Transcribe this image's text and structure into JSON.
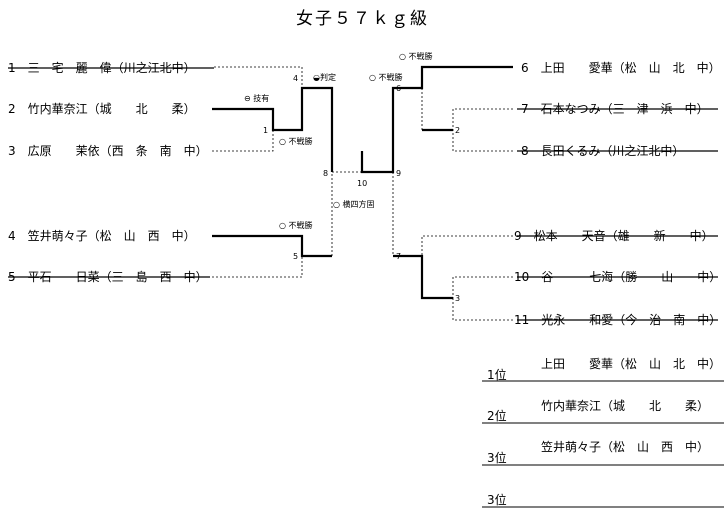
{
  "title": "女子５７ｋｇ級",
  "players": [
    {
      "no": "1",
      "name": "三　宅　麗　偉（川之江北中）",
      "struck": true
    },
    {
      "no": "2",
      "name": "竹内華奈江（城　　北　　柔）",
      "struck": false
    },
    {
      "no": "3",
      "name": "広原　　茉依（西　条　南　中）",
      "struck": false
    },
    {
      "no": "4",
      "name": "笠井萌々子（松　山　西　中）",
      "struck": false
    },
    {
      "no": "5",
      "name": "平石　　日菜（三　島　西　中）",
      "struck": true
    },
    {
      "no": "6",
      "name": "上田　　愛華（松　山　北　中）",
      "struck": false
    },
    {
      "no": "7",
      "name": "石本なつみ（三　津　浜　中）",
      "struck": true
    },
    {
      "no": "8",
      "name": "長田くるみ（川之江北中）",
      "struck": true
    },
    {
      "no": "9",
      "name": "松本　　天音（雄　　新　　中）",
      "struck": true
    },
    {
      "no": "10",
      "name": "谷　　　七海（勝　　山　　中）",
      "struck": true
    },
    {
      "no": "11",
      "name": "光永　　和愛（今　治　南　中）",
      "struck": true
    }
  ],
  "match_numbers": [
    "4",
    "1",
    "8",
    "5",
    "10",
    "6",
    "2",
    "9",
    "7",
    "3"
  ],
  "notes": {
    "waza_ari": "⊖ 技有",
    "hantei": "◒判定",
    "fusen_1": "○ 不戦勝",
    "fusen_5": "○ 不戦勝",
    "fusen_9": "○ 不戦勝",
    "fusen_6": "○ 不戦勝",
    "yokoshiho": "○ 横四方固"
  },
  "results": [
    {
      "rank": "1位",
      "name": "上田　　愛華（松　山　北　中）"
    },
    {
      "rank": "2位",
      "name": "竹内華奈江（城　　北　　柔）"
    },
    {
      "rank": "3位",
      "name": "笠井萌々子（松　山　西　中）"
    },
    {
      "rank": "3位",
      "name": ""
    }
  ]
}
